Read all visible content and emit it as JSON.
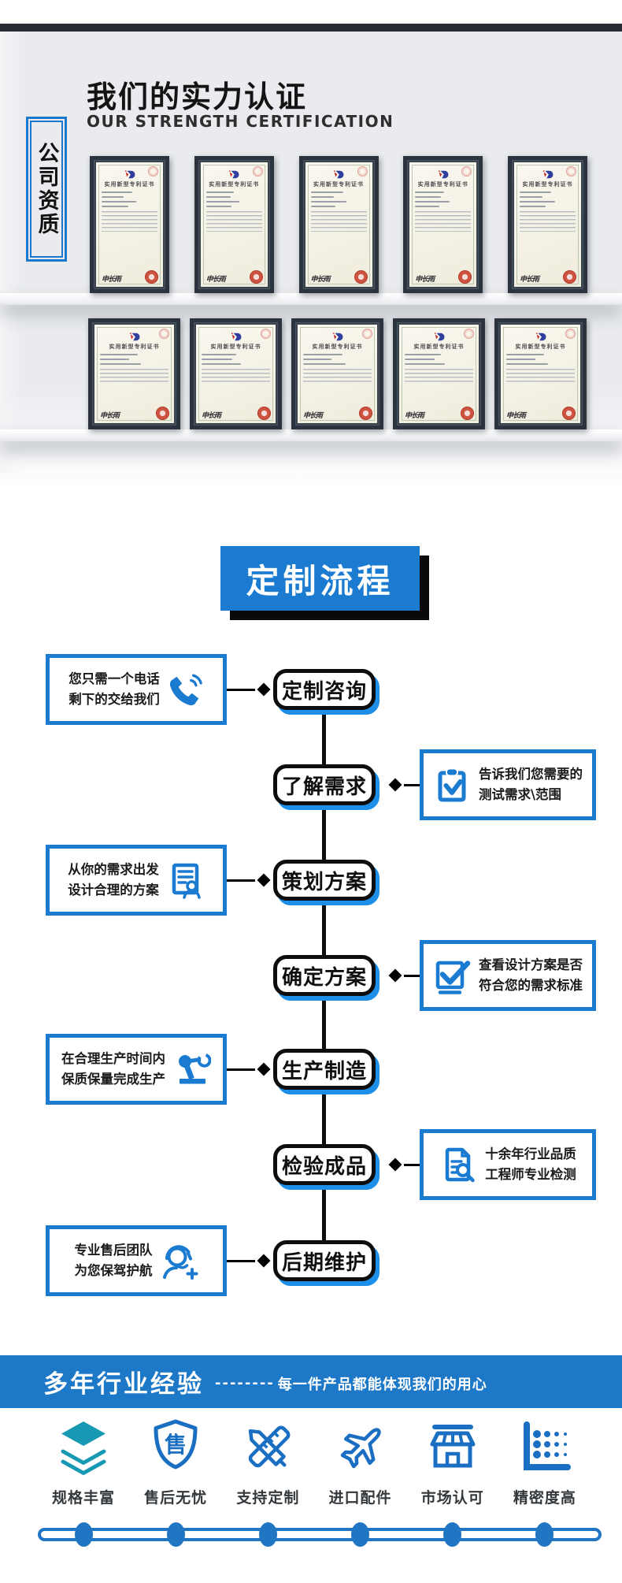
{
  "colors": {
    "accent_blue": "#1b7bd1",
    "band_blue": "#1d79c7",
    "pill_shadow_blue": "#1e8fe8",
    "icon_blue": "#1b6fc2",
    "teal": "#1799b4",
    "dark_bar": "#262b31",
    "seal_red": "#cd5240",
    "black": "#0d0d0d"
  },
  "header": {
    "section_tab": "公司资质",
    "title": "我们的实力认证",
    "subtitle": "OUR STRENGTH CERTIFICATION"
  },
  "certificates": {
    "title": "实用新型专利证书",
    "signature": "申长雨"
  },
  "process": {
    "title": "定制流程",
    "steps": [
      {
        "label": "定制咨询",
        "side": "left",
        "box": {
          "line1": "您只需一个电话",
          "line2": "剩下的交给我们",
          "icon": "phone-icon"
        }
      },
      {
        "label": "了解需求",
        "side": "right",
        "box": {
          "line1": "告诉我们您需要的",
          "line2": "测试需求\\范围",
          "icon": "clipboard-check-icon"
        }
      },
      {
        "label": "策划方案",
        "side": "left",
        "box": {
          "line1": "从你的需求出发",
          "line2": "设计合理的方案",
          "icon": "document-user-icon"
        }
      },
      {
        "label": "确定方案",
        "side": "right",
        "box": {
          "line1": "查看设计方案是否",
          "line2": "符合您的需求标准",
          "icon": "checkbox-check-icon"
        }
      },
      {
        "label": "生产制造",
        "side": "left",
        "box": {
          "line1": "在合理生产时间内",
          "line2": "保质保量完成生产",
          "icon": "robot-arm-icon"
        }
      },
      {
        "label": "检验成品",
        "side": "right",
        "box": {
          "line1": "十余年行业品质",
          "line2": "工程师专业检测",
          "icon": "document-search-icon"
        }
      },
      {
        "label": "后期维护",
        "side": "left",
        "box": {
          "line1": "专业售后团队",
          "line2": "为您保驾护航",
          "icon": "headset-user-icon"
        }
      }
    ]
  },
  "experience": {
    "title": "多年行业经验",
    "dashes": "--------",
    "subtitle": "每一件产品都能体现我们的用心",
    "features": [
      {
        "label": "规格丰富",
        "icon": "layers-icon"
      },
      {
        "label": "售后无忧",
        "icon": "shield-icon"
      },
      {
        "label": "支持定制",
        "icon": "tools-icon"
      },
      {
        "label": "进口配件",
        "icon": "airplane-icon"
      },
      {
        "label": "市场认可",
        "icon": "storefront-icon"
      },
      {
        "label": "精密度高",
        "icon": "dot-chart-icon"
      }
    ]
  }
}
